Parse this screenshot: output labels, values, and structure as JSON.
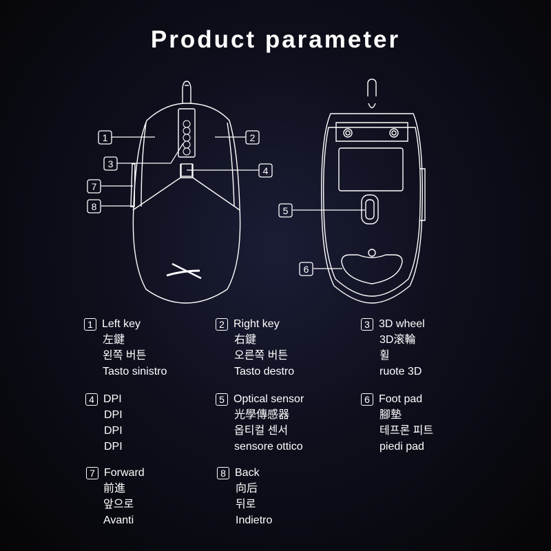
{
  "title": "Product parameter",
  "callouts": [
    "1",
    "2",
    "3",
    "4",
    "5",
    "6",
    "7",
    "8"
  ],
  "items": [
    {
      "num": "1",
      "lines": [
        "Left key",
        "左鍵",
        "왼쪽 버튼",
        "Tasto sinistro"
      ]
    },
    {
      "num": "2",
      "lines": [
        "Right key",
        "右鍵",
        "오른쪽 버튼",
        "Tasto destro"
      ]
    },
    {
      "num": "3",
      "lines": [
        "3D wheel",
        "3D滚輪",
        "휠",
        "ruote 3D"
      ]
    },
    {
      "num": "4",
      "lines": [
        "DPI",
        "DPI",
        "DPI",
        "DPI"
      ]
    },
    {
      "num": "5",
      "lines": [
        "Optical sensor",
        "光學傳感器",
        "옵티컬 센서",
        "sensore ottico"
      ]
    },
    {
      "num": "6",
      "lines": [
        "Foot pad",
        "腳墊",
        "테프론 피트",
        "piedi pad"
      ]
    },
    {
      "num": "7",
      "lines": [
        "Forward",
        "前進",
        "앞으로",
        "Avanti"
      ]
    },
    {
      "num": "8",
      "lines": [
        "Back",
        "向后",
        "뒤로",
        "Indietro"
      ]
    }
  ],
  "colors": {
    "background": "#0e0f1c",
    "line": "#ffffff"
  }
}
